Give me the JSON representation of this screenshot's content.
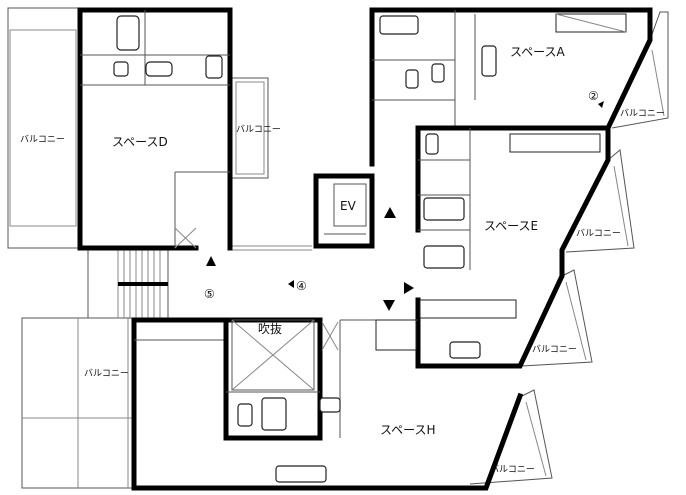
{
  "rooms": {
    "space_a": "スペースA",
    "space_d": "スペースD",
    "space_e": "スペースE",
    "space_h": "スペースH",
    "elevator": "EV",
    "atrium": "吹抜"
  },
  "balcony_label": "バルコニー",
  "markers": {
    "two": "②",
    "four": "④",
    "five": "⑤"
  }
}
